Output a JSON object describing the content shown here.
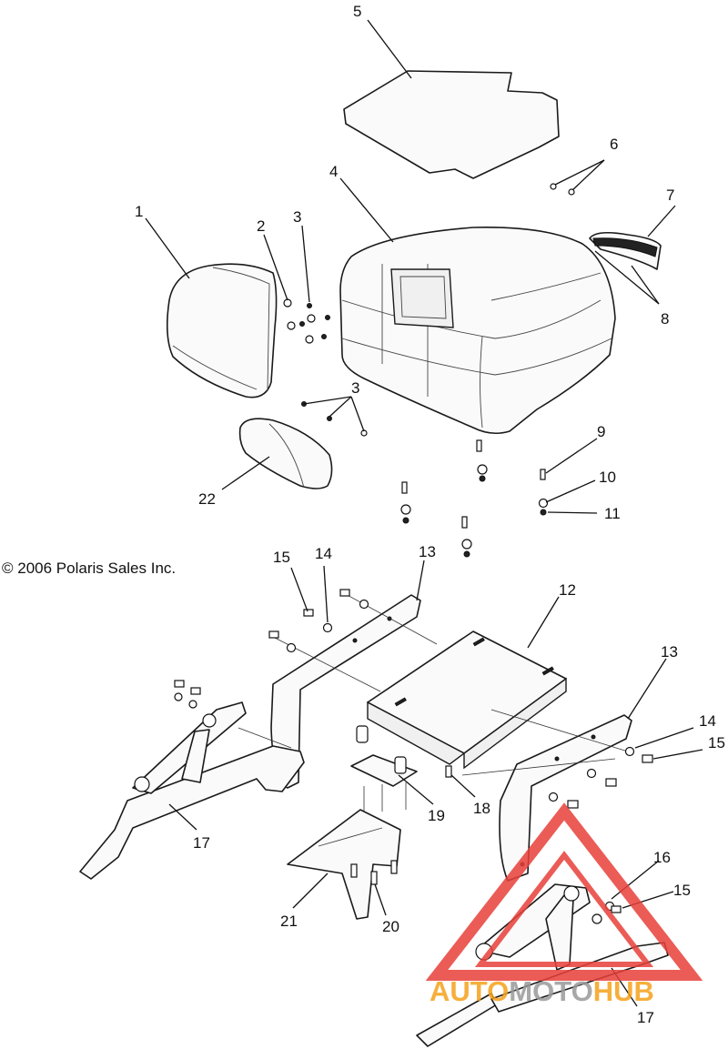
{
  "copyright": "© 2006 Polaris Sales Inc.",
  "callouts": [
    {
      "id": "c5",
      "label": "5"
    },
    {
      "id": "c6",
      "label": "6"
    },
    {
      "id": "c7",
      "label": "7"
    },
    {
      "id": "c1",
      "label": "1"
    },
    {
      "id": "c2",
      "label": "2"
    },
    {
      "id": "c3a",
      "label": "3"
    },
    {
      "id": "c4",
      "label": "4"
    },
    {
      "id": "c8",
      "label": "8"
    },
    {
      "id": "c3b",
      "label": "3"
    },
    {
      "id": "c9",
      "label": "9"
    },
    {
      "id": "c10",
      "label": "10"
    },
    {
      "id": "c11",
      "label": "11"
    },
    {
      "id": "c22",
      "label": "22"
    },
    {
      "id": "c15a",
      "label": "15"
    },
    {
      "id": "c14a",
      "label": "14"
    },
    {
      "id": "c13a",
      "label": "13"
    },
    {
      "id": "c12",
      "label": "12"
    },
    {
      "id": "c13b",
      "label": "13"
    },
    {
      "id": "c14b",
      "label": "14"
    },
    {
      "id": "c15b",
      "label": "15"
    },
    {
      "id": "c19",
      "label": "19"
    },
    {
      "id": "c18",
      "label": "18"
    },
    {
      "id": "c17a",
      "label": "17"
    },
    {
      "id": "c21",
      "label": "21"
    },
    {
      "id": "c20",
      "label": "20"
    },
    {
      "id": "c16",
      "label": "16"
    },
    {
      "id": "c15c",
      "label": "15"
    },
    {
      "id": "c17b",
      "label": "17"
    }
  ],
  "watermark": {
    "text": "AUTOMOTOHUB",
    "colors": {
      "triangle": "#e8403a",
      "text_orange": "#f5a21b",
      "text_gray": "#9a9a9a"
    }
  }
}
